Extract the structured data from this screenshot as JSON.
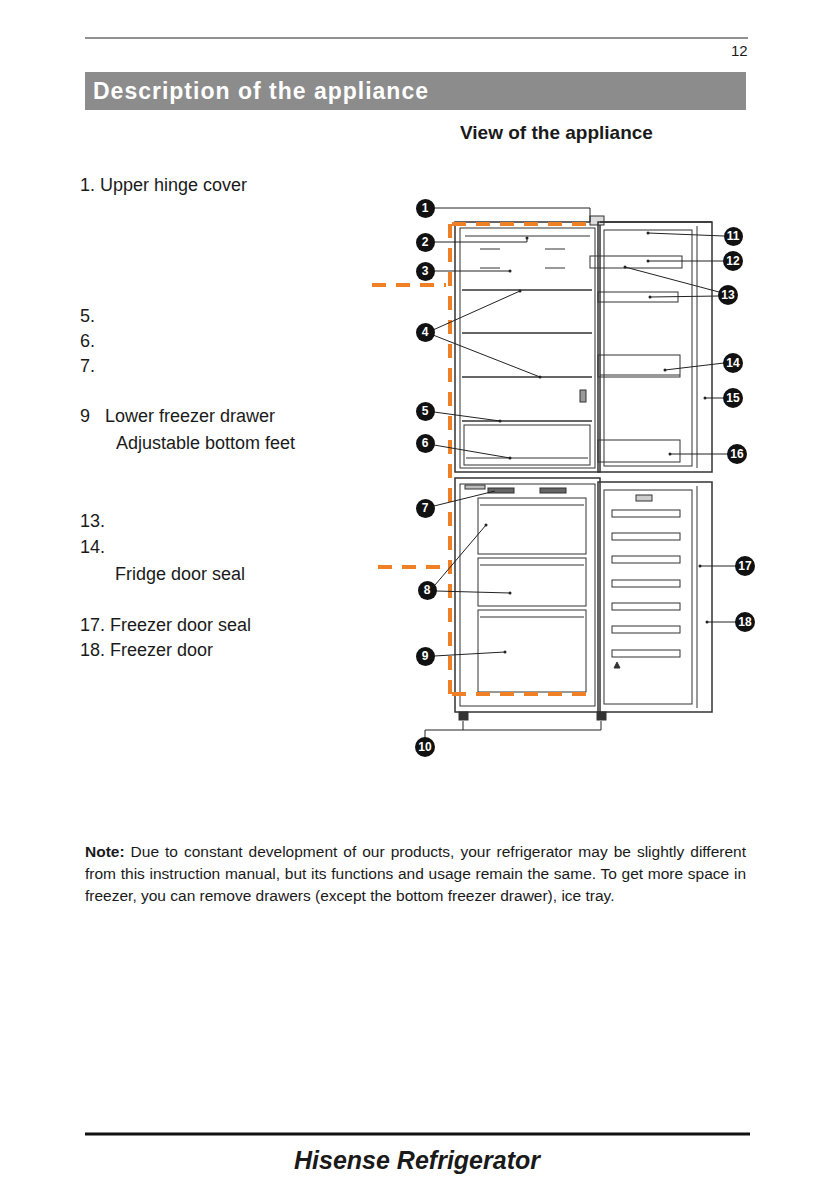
{
  "diagram": {
    "title": "Description of the appliance",
    "nodes": [
      {
        "text": [
          "1"
        ]
      },
      {
        "text": [
          "2"
        ]
      },
      {
        "text": [
          "3"
        ]
      },
      {
        "text": [
          "4"
        ]
      },
      {
        "text": [
          "5"
        ]
      },
      {
        "text": [
          "6"
        ]
      },
      {
        "text": [
          "7"
        ]
      },
      {
        "text": [
          "8"
        ]
      },
      {
        "text": [
          "9"
        ]
      },
      {
        "text": [
          "10"
        ]
      },
      {
        "text": [
          "11"
        ]
      },
      {
        "text": [
          "12"
        ]
      },
      {
        "text": [
          "13"
        ]
      },
      {
        "text": [
          "14"
        ]
      },
      {
        "text": [
          "15"
        ]
      },
      {
        "text": [
          "16"
        ]
      },
      {
        "text": [
          "17"
        ]
      },
      {
        "text": [
          "18"
        ]
      }
    ],
    "labels": [
      "12",
      "View of the appliance",
      "1. Upper hinge cover",
      "5.",
      "6.",
      "7.",
      "9",
      "Lower freezer drawer",
      "Adjustable bottom feet",
      "13.",
      "14.",
      "Fridge door seal",
      "17. Freezer door seal",
      "18. Freezer door",
      "Note:",
      "Due to constant development of our products, your refrigerator may be slightly different from this instruction manual, but its functions and usage remain the same. To get more space in freezer, you can remove drawers (except the bottom freezer drawer), ice tray.",
      "Hisense Refrigerator"
    ]
  }
}
